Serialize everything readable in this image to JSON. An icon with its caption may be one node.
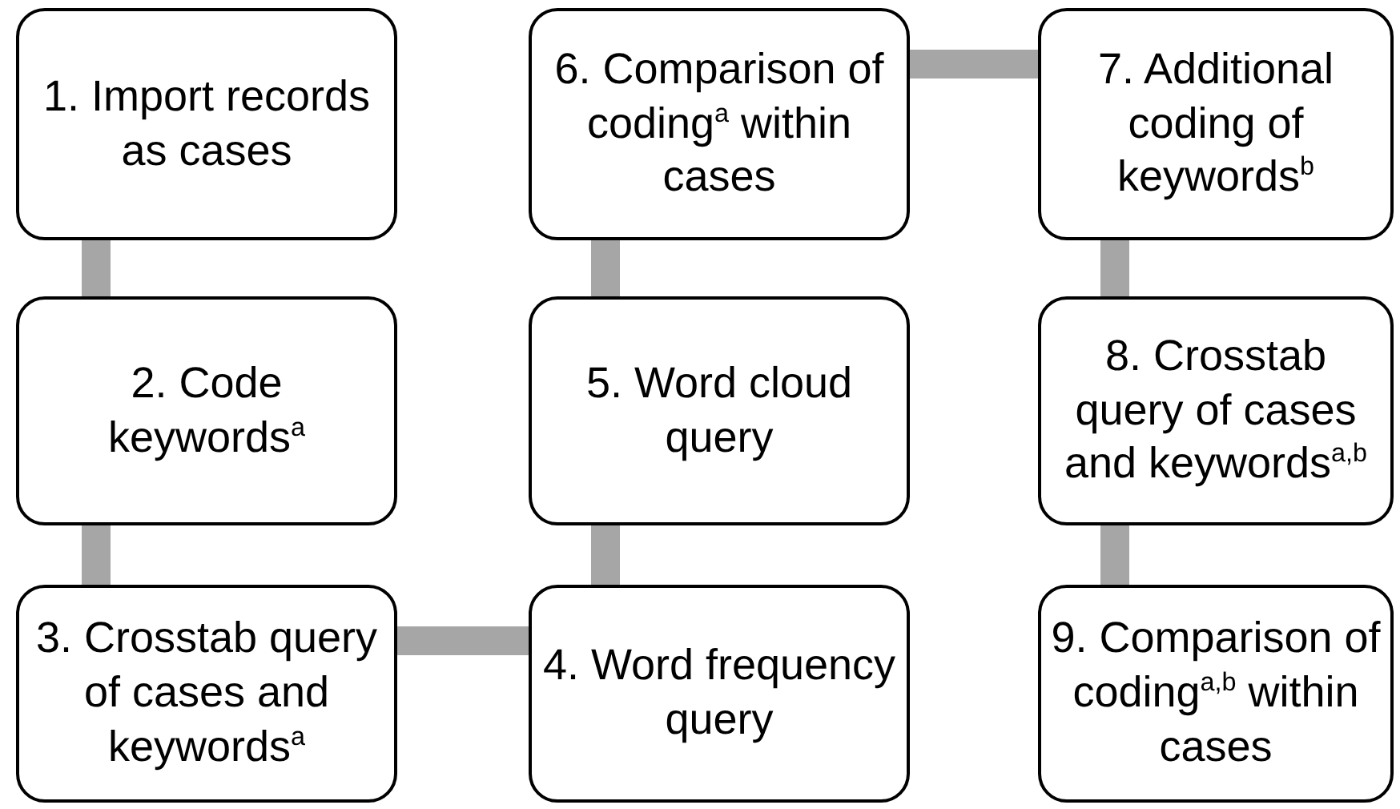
{
  "diagram": {
    "nodes": [
      {
        "text": [
          "1. Import records as cases"
        ]
      },
      {
        "text": [
          "2. Code keywords$^{a}$"
        ]
      },
      {
        "text": [
          "3. Crosstab query of cases and keywords$^{a}$"
        ]
      },
      {
        "text": [
          "4. Word frequency query"
        ]
      },
      {
        "text": [
          "5. Word cloud query"
        ]
      },
      {
        "text": [
          "6. Comparison of coding$^{a}$ within cases"
        ]
      },
      {
        "text": [
          "7. Additional coding of keywords$^{b}$"
        ]
      },
      {
        "text": [
          "8. Crosstab query of cases and keywords$^{a,b}$"
        ]
      },
      {
        "text": [
          "9. Comparison of coding$^{a,b}$ within cases"
        ]
      }
    ],
    "edges": [
      {
        "from": 0,
        "to": 1,
        "arrow": "none"
      },
      {
        "from": 1,
        "to": 2,
        "arrow": "none"
      },
      {
        "from": 2,
        "to": 3,
        "arrow": "none"
      },
      {
        "from": 3,
        "to": 4,
        "arrow": "none"
      },
      {
        "from": 4,
        "to": 5,
        "arrow": "none"
      },
      {
        "from": 5,
        "to": 6,
        "arrow": "none"
      },
      {
        "from": 6,
        "to": 7,
        "arrow": "none"
      },
      {
        "from": 7,
        "to": 8,
        "arrow": "none"
      }
    ]
  }
}
